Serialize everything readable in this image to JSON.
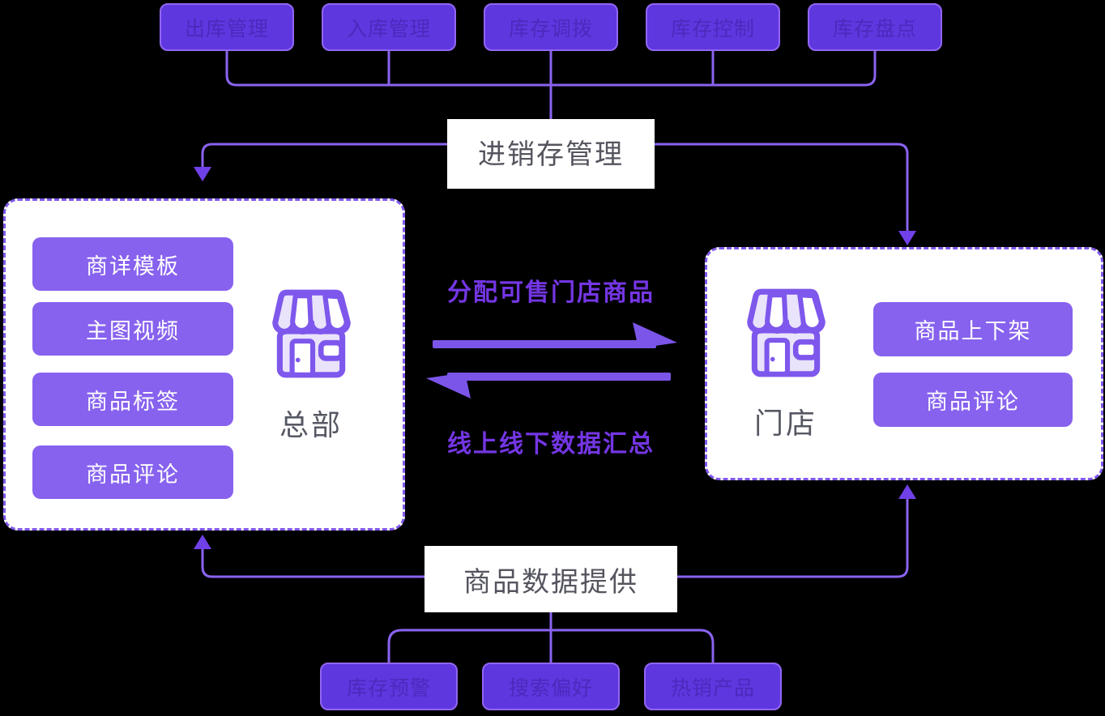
{
  "top_modules": [
    "出库管理",
    "入库管理",
    "库存调拨",
    "库存控制",
    "库存盘点"
  ],
  "flow_labels": {
    "inventory": "进销存管理",
    "product_data": "商品数据提供"
  },
  "exchange": {
    "to_store": "分配可售门店商品",
    "to_headquarters": "线上线下数据汇总"
  },
  "headquarters": {
    "name": "总部",
    "modules": [
      "商详模板",
      "主图视频",
      "商品标签",
      "商品评论"
    ]
  },
  "store": {
    "name": "门店",
    "modules": [
      "商品上下架",
      "商品评论"
    ]
  },
  "bottom_modules": [
    "库存预警",
    "搜索偏好",
    "热销产品"
  ],
  "colors": {
    "background": "#000000",
    "chip_fill": "#5e37df",
    "chip_border": "#9166f2",
    "chip_text": "#4b2abc",
    "module_fill": "#8762ee",
    "connector_line": "#8a63f0",
    "arrowhead": "#7040e8",
    "exchange_arrow": "#7b55e8",
    "exchange_text": "#7436e4",
    "dashed_border": "#8058ec",
    "panel_bg": "#ffffff",
    "flow_label_text": "#54555e",
    "store_label_text": "#565863",
    "icon_stroke": "#7e57ec",
    "icon_fill": "#e9e3fb"
  }
}
